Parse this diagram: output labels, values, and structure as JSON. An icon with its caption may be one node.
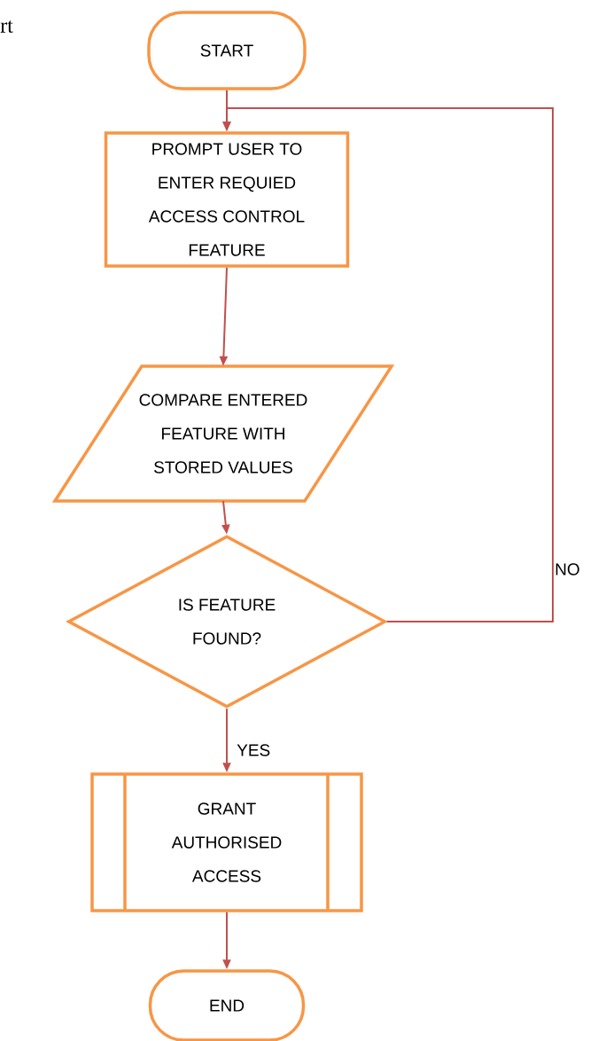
{
  "diagram": {
    "nodes": [
      {
        "text": [
          "START"
        ]
      },
      {
        "text": [
          "PROMPT USER TO ENTER REQUIED ACCESS CONTROL FEATURE"
        ]
      },
      {
        "text": [
          "COMPARE ENTERED FEATURE WITH STORED VALUES"
        ]
      },
      {
        "text": [
          "IS FEATURE FOUND?"
        ]
      },
      {
        "text": [
          "GRANT AUTHORISED ACCESS"
        ]
      },
      {
        "text": [
          "END"
        ]
      }
    ],
    "edges": [
      {
        "from": 0,
        "to": 1,
        "arrow": "to"
      },
      {
        "from": 1,
        "to": 2,
        "arrow": "to"
      },
      {
        "from": 2,
        "to": 3,
        "arrow": "to"
      },
      {
        "from": 3,
        "to": 1,
        "arrow": "to",
        "label": "NO"
      },
      {
        "from": 3,
        "to": 4,
        "arrow": "to",
        "label": "YES"
      },
      {
        "from": 4,
        "to": 5,
        "arrow": "to"
      }
    ],
    "labels": [
      "rt"
    ]
  }
}
